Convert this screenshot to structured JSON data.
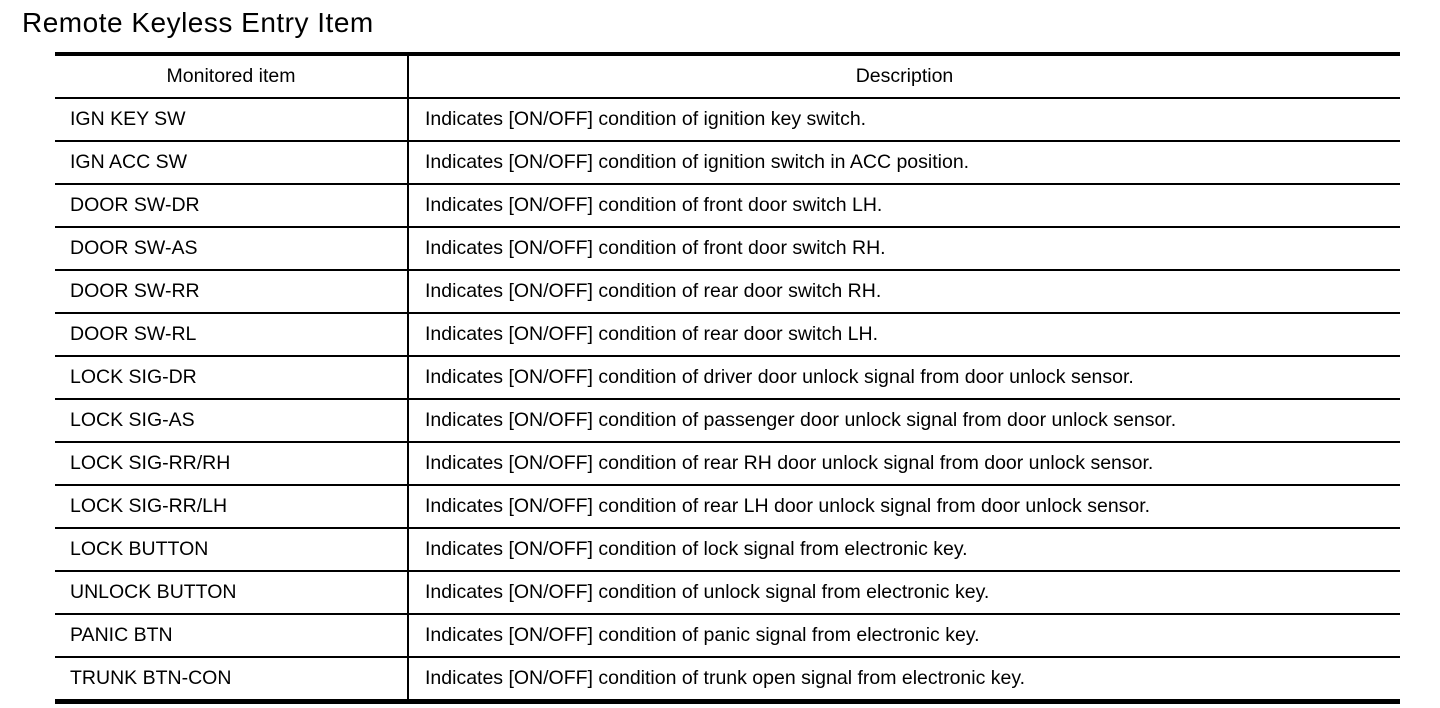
{
  "page": {
    "title": "Remote Keyless Entry Item"
  },
  "table": {
    "headers": [
      "Monitored item",
      "Description"
    ],
    "rows": [
      {
        "item": "IGN KEY SW",
        "description": "Indicates [ON/OFF] condition of ignition key switch."
      },
      {
        "item": "IGN ACC SW",
        "description": "Indicates [ON/OFF] condition of ignition switch in ACC position."
      },
      {
        "item": "DOOR SW-DR",
        "description": "Indicates [ON/OFF] condition of front door switch LH."
      },
      {
        "item": "DOOR SW-AS",
        "description": "Indicates [ON/OFF] condition of front door switch RH."
      },
      {
        "item": "DOOR SW-RR",
        "description": "Indicates [ON/OFF] condition of rear door switch RH."
      },
      {
        "item": "DOOR SW-RL",
        "description": "Indicates [ON/OFF] condition of rear door switch LH."
      },
      {
        "item": "LOCK SIG-DR",
        "description": "Indicates [ON/OFF] condition of driver door unlock signal from door unlock sensor."
      },
      {
        "item": "LOCK SIG-AS",
        "description": "Indicates [ON/OFF] condition of passenger door unlock signal from door unlock sensor."
      },
      {
        "item": "LOCK SIG-RR/RH",
        "description": "Indicates [ON/OFF] condition of rear RH door unlock signal from door unlock sensor."
      },
      {
        "item": "LOCK SIG-RR/LH",
        "description": "Indicates [ON/OFF] condition of rear LH door unlock signal from door unlock sensor."
      },
      {
        "item": "LOCK BUTTON",
        "description": "Indicates [ON/OFF] condition of lock signal from electronic key."
      },
      {
        "item": "UNLOCK BUTTON",
        "description": "Indicates [ON/OFF] condition of unlock signal from electronic key."
      },
      {
        "item": "PANIC BTN",
        "description": "Indicates [ON/OFF] condition of panic signal from electronic key."
      },
      {
        "item": "TRUNK BTN-CON",
        "description": "Indicates [ON/OFF] condition of trunk open signal from electronic key."
      }
    ]
  }
}
